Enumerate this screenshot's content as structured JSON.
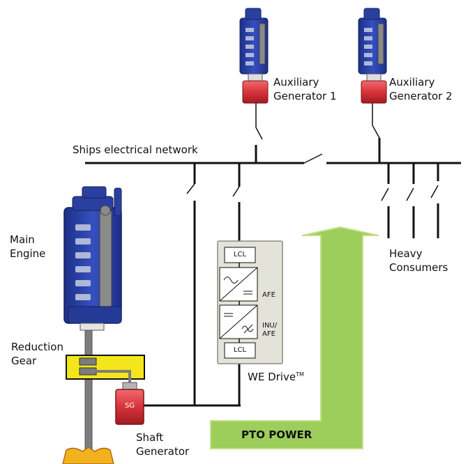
{
  "labels": {
    "aux_gen_1": [
      "Auxiliary",
      "Generator 1"
    ],
    "aux_gen_2": [
      "Auxiliary",
      "Generator 2"
    ],
    "network": "Ships electrical network",
    "main_engine": [
      "Main",
      "Engine"
    ],
    "heavy_consumers": [
      "Heavy",
      "Consumers"
    ],
    "reduction_gear": [
      "Reduction",
      "Gear"
    ],
    "shaft_generator": [
      "Shaft",
      "Generator"
    ],
    "we_drive": "WE Drive",
    "we_drive_tm": "TM",
    "pto_power": "PTO POWER",
    "lcl_top": "LCL",
    "lcl_bottom": "LCL",
    "afe": "AFE",
    "inu_afe": [
      "INU/",
      "AFE"
    ],
    "sg": "SG"
  },
  "colors": {
    "engine_blue": "#2b3f9e",
    "generator_red": "#d8333b",
    "gear_yellow": "#f3e61a",
    "arrow_green": "#8cc63f",
    "drive_box": "#e3e3da",
    "shaft_gray": "#7d7d7d"
  }
}
